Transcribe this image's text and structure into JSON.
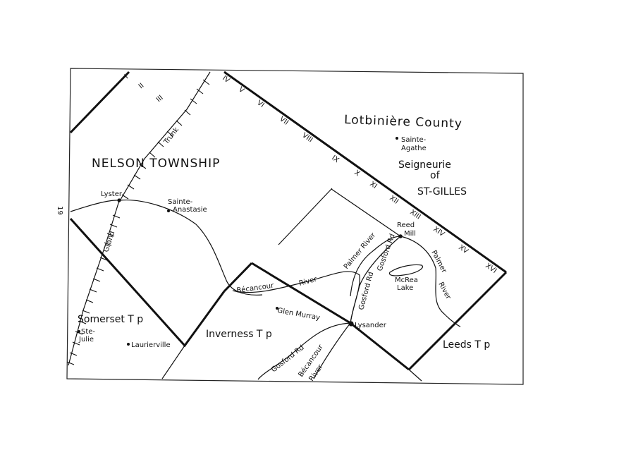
{
  "map": {
    "county": "Lotbinière County",
    "seigneurie_line1": "Seigneurie",
    "seigneurie_line2": "of",
    "seigneurie_line3": "ST-GILLES",
    "nelson": "NELSON TOWNSHIP",
    "somerset": "Somerset T p",
    "inverness": "Inverness T p",
    "leeds": "Leeds T p",
    "margin_number": "19",
    "places": {
      "lyster": "Lyster",
      "sainte_anastasie_1": "Sainte-",
      "sainte_anastasie_2": "Anastasie",
      "sainte_agathe_1": "Sainte-",
      "sainte_agathe_2": "Agathe",
      "reed_mill_1": "Reed",
      "reed_mill_2": "Mill",
      "mcrea_lake_1": "McRea",
      "mcrea_lake_2": "Lake",
      "glen_murray": "Glen Murray",
      "lysander": "Lysander",
      "ste_julie_1": "Ste-",
      "ste_julie_2": "Julie",
      "laurierville": "Laurierville"
    },
    "rivers": {
      "becancour_upper": "Bécancour",
      "river_upper": "River",
      "palmer_river_top": "Palmer River",
      "palmer_1": "Palmer",
      "palmer_2": "River",
      "becancour_lower": "Bécancour",
      "river_lower": "River"
    },
    "roads": {
      "gosford_rd_upper": "Gosford Rd",
      "gosford_rd_mid": "Gosford Rd",
      "gosford_rd_lower": "Gosford Rd"
    },
    "railway": {
      "trunk": "Trunk",
      "grand": "Grand"
    },
    "ranges": [
      "I",
      "II",
      "III",
      "IV",
      "V",
      "VI",
      "VII",
      "VIII",
      "IX",
      "X",
      "XI",
      "XII",
      "XIII",
      "XIV",
      "XV",
      "XVI"
    ]
  }
}
